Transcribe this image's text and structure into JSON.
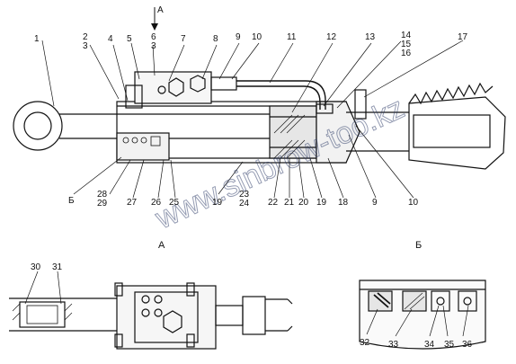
{
  "corner_mark": "",
  "section_titles": {
    "view_a": "А",
    "view_b": "Б"
  },
  "arrow_label": "А",
  "callouts_top": [
    "1",
    "2",
    "3",
    "4",
    "5",
    "6",
    "3",
    "7",
    "8",
    "9",
    "10",
    "11",
    "12",
    "13",
    "14",
    "15",
    "16",
    "17"
  ],
  "callouts_bottom": [
    "Б",
    "28",
    "29",
    "27",
    "26",
    "25",
    "19",
    "23",
    "24",
    "22",
    "21",
    "20",
    "19",
    "18",
    "9",
    "10"
  ],
  "callouts_a": [
    "30",
    "31"
  ],
  "callouts_b": [
    "32",
    "33",
    "34",
    "35",
    "36"
  ],
  "watermark": "www.sinbrow-too.kz"
}
